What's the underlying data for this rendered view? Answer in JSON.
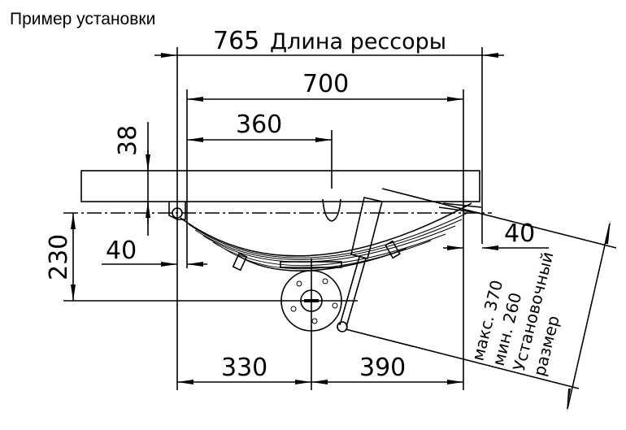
{
  "title": "Пример установки",
  "dimensions": {
    "spring_length_value": "765",
    "spring_length_label": "Длина рессоры",
    "eye_span": "700",
    "center_bolt": "360",
    "frame_height": "38",
    "height": "230",
    "left_offset": "40",
    "right_offset": "40",
    "front_axle": "330",
    "rear_axle": "390"
  },
  "install_note": {
    "max": "макс. 370",
    "min": "мин. 260",
    "line1": "Установочный",
    "line2": "размер"
  }
}
